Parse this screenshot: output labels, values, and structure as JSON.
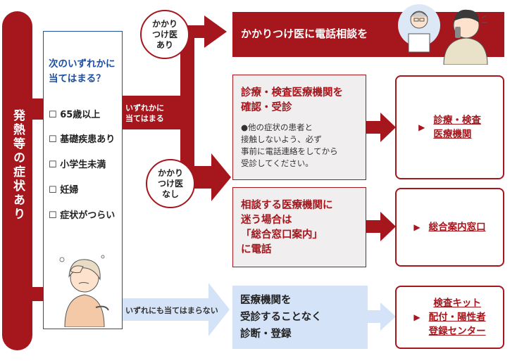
{
  "side_label": "発熱等の症状あり",
  "question": {
    "title_line1": "次のいずれかに",
    "title_line2": "当てはまる？",
    "items": [
      "65歳以上",
      "基礎疾患あり",
      "小学生未満",
      "妊婦",
      "症状がつらい"
    ]
  },
  "branch_yes_label_line1": "いずれかに",
  "branch_yes_label_line2": "当てはまる",
  "branch_no_label": "いずれにも当てはまらない",
  "doctor_yes": {
    "line1": "かかり",
    "line2": "つけ医",
    "line3": "あり"
  },
  "doctor_no": {
    "line1": "かかり",
    "line2": "つけ医",
    "line3": "なし"
  },
  "call_doctor_banner": "かかりつけ医に電話相談を",
  "exam_box": {
    "title_line1": "診療・検査医療機関を",
    "title_line2": "確認・受診",
    "desc_lines": [
      "●他の症状の患者と",
      "接触しないよう、必ず",
      "事前に電話連絡をしてから",
      "受診してください。"
    ]
  },
  "consult_box": {
    "lines": [
      "相談する医療機関に",
      "迷う場合は",
      "「総合窓口案内」",
      "に電話"
    ]
  },
  "self_box": {
    "lines": [
      "医療機関を",
      "受診することなく",
      "診断・登録"
    ]
  },
  "dest_exam": {
    "line1": "診療・検査",
    "line2": "医療機関"
  },
  "dest_consult": {
    "line1": "総合案内窓口"
  },
  "dest_kit": {
    "line1": "検査キット",
    "line2": "配付・陽性者",
    "line3": "登録センター"
  },
  "colors": {
    "primary_red": "#a5161d",
    "blue": "#1e4fa0",
    "light_blue": "#d4e3f7",
    "grey": "#f0eeee"
  }
}
